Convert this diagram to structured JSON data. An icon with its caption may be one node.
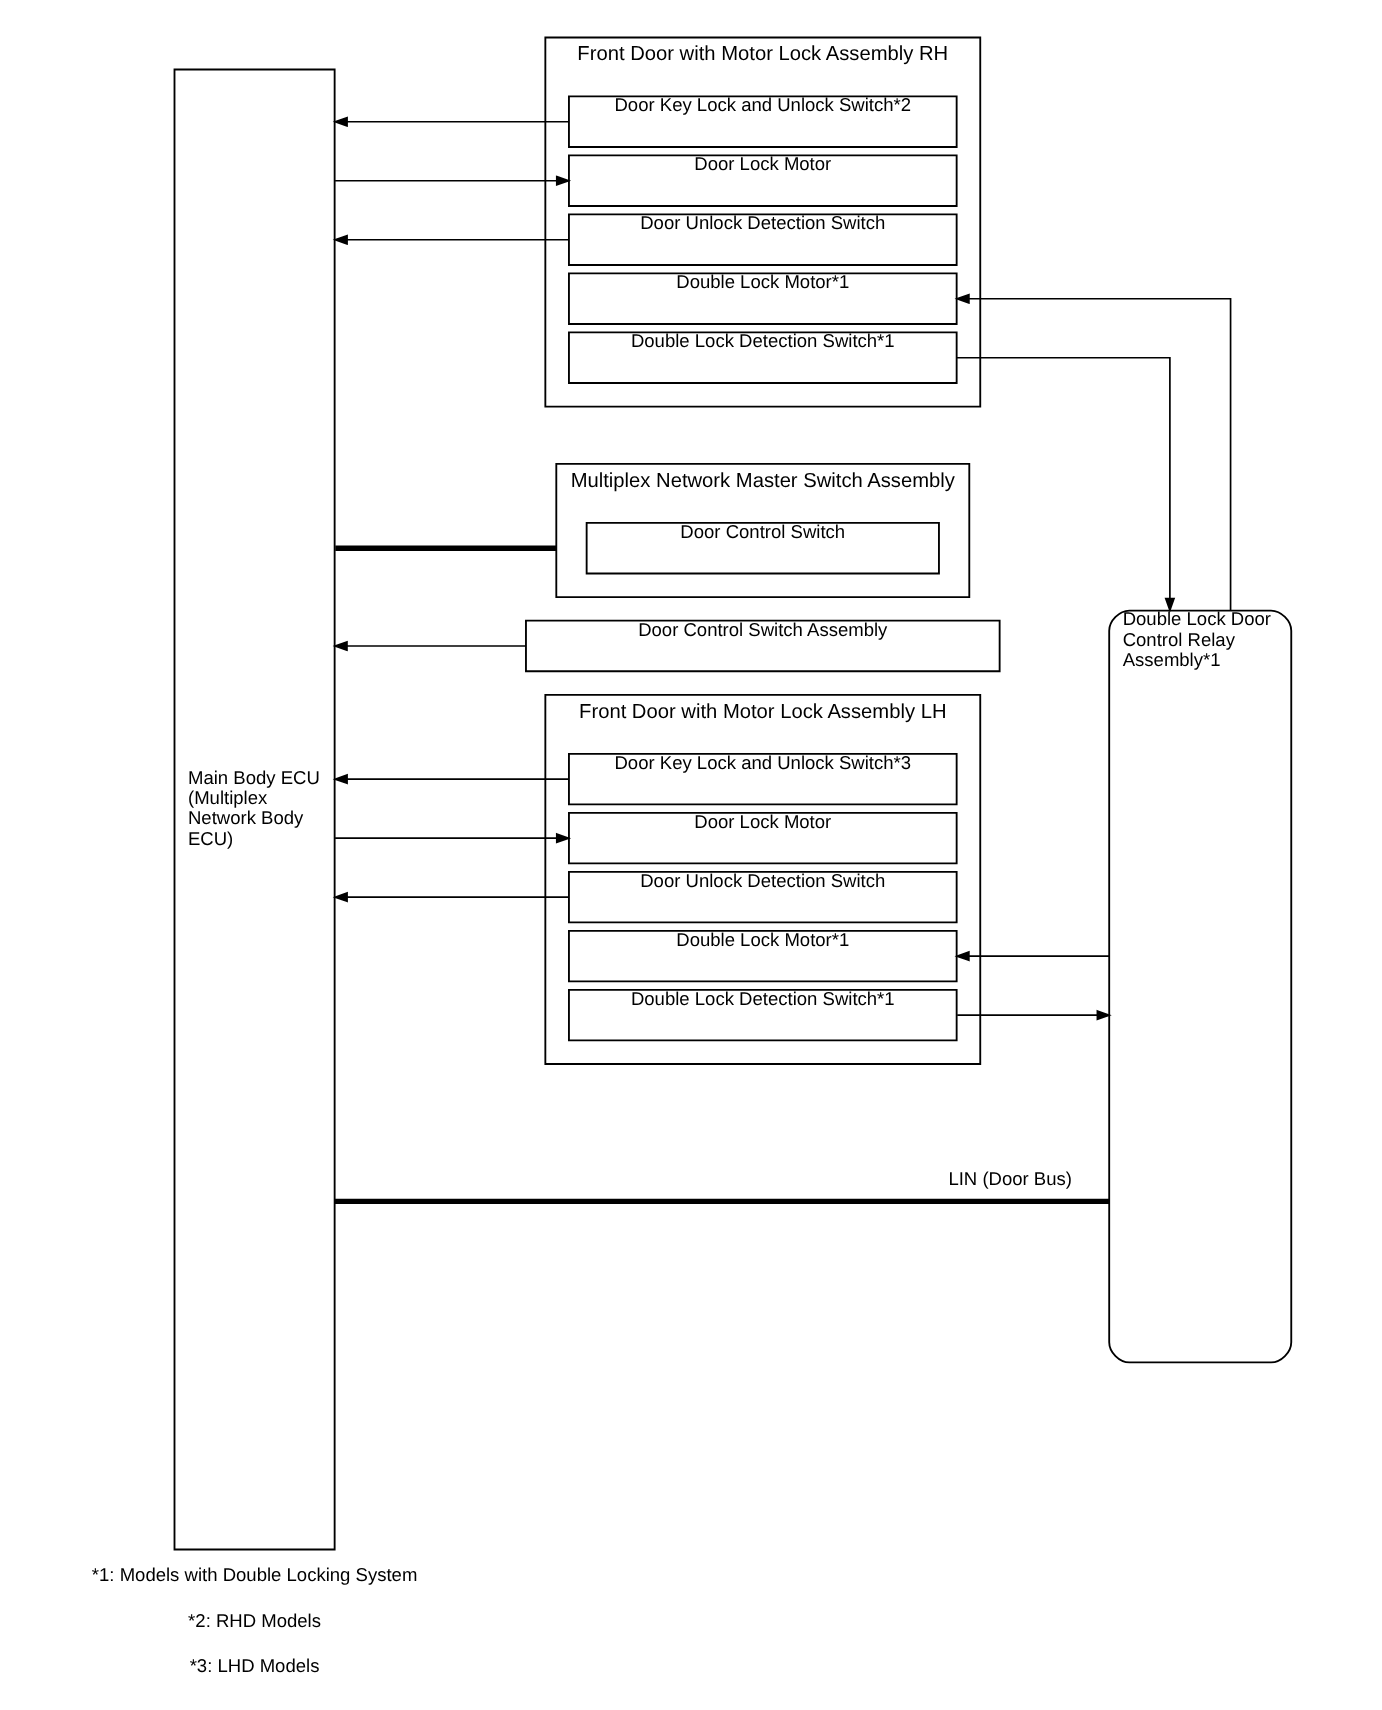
{
  "diagram": {
    "nodes": [
      {
        "text": [
          "Main Body ECU (Multiplex Network Body ECU)"
        ]
      },
      {
        "text": [
          "Front Door with Motor Lock Assembly RH"
        ]
      },
      {
        "text": [
          "Door Key Lock and Unlock Switch*2"
        ],
        "in": 1
      },
      {
        "text": [
          "Door Lock Motor"
        ],
        "in": 1
      },
      {
        "text": [
          "Door Unlock Detection Switch"
        ],
        "in": 1
      },
      {
        "text": [
          "Double Lock Motor*1"
        ],
        "in": 1
      },
      {
        "text": [
          "Double Lock Detection Switch*1"
        ],
        "in": 1
      },
      {
        "text": [
          "Multiplex Network Master Switch Assembly"
        ]
      },
      {
        "text": [
          "Door Control Switch"
        ],
        "in": 7
      },
      {
        "text": [
          "Door Control Switch Assembly"
        ]
      },
      {
        "text": [
          "Front Door with Motor Lock Assembly LH"
        ]
      },
      {
        "text": [
          "Door Key Lock and Unlock Switch*3"
        ],
        "in": 10
      },
      {
        "text": [
          "Door Lock Motor"
        ],
        "in": 10
      },
      {
        "text": [
          "Door Unlock Detection Switch"
        ],
        "in": 10
      },
      {
        "text": [
          "Double Lock Motor*1"
        ],
        "in": 10
      },
      {
        "text": [
          "Double Lock Detection Switch*1"
        ],
        "in": 10
      },
      {
        "text": [
          "Double Lock Door Control Relay Assembly*1"
        ]
      }
    ],
    "edges": [
      {
        "from": 2,
        "to": 0,
        "arrow": "to"
      },
      {
        "from": 0,
        "to": 3,
        "arrow": "to"
      },
      {
        "from": 4,
        "to": 0,
        "arrow": "to"
      },
      {
        "from": 16,
        "to": 5,
        "arrow": "to"
      },
      {
        "from": 6,
        "to": 16,
        "arrow": "to"
      },
      {
        "from": 16,
        "to": 0,
        "arrow": "none",
        "style": "thick",
        "label": "LIN (Door Bus)"
      },
      {
        "from": 7,
        "to": 0,
        "arrow": "none",
        "style": "thick"
      },
      {
        "from": 9,
        "to": 0,
        "arrow": "to"
      },
      {
        "from": 11,
        "to": 0,
        "arrow": "to"
      },
      {
        "from": 0,
        "to": 12,
        "arrow": "to"
      },
      {
        "from": 13,
        "to": 0,
        "arrow": "to"
      },
      {
        "from": 16,
        "to": 14,
        "arrow": "to"
      },
      {
        "from": 15,
        "to": 16,
        "arrow": "to"
      }
    ],
    "labels": [
      "*1: Models with Double Locking System",
      "*2: RHD Models",
      "*3: LHD Models"
    ]
  }
}
